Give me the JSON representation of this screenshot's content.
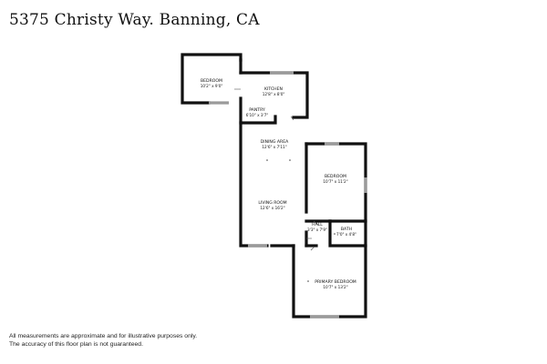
{
  "header": {
    "title": "5375 Christy Way. Banning, CA"
  },
  "rooms": [
    {
      "id": "bedroom-north",
      "name": "BEDROOM",
      "dims": "10'2\" x 9'0\""
    },
    {
      "id": "kitchen",
      "name": "KITCHEN",
      "dims": "12'8\" x 8'0\""
    },
    {
      "id": "pantry",
      "name": "PANTRY",
      "dims": "6'10\" x 3'7\""
    },
    {
      "id": "dining-area",
      "name": "DINING AREA",
      "dims": "12'6\" x 7'11\""
    },
    {
      "id": "bedroom-east",
      "name": "BEDROOM",
      "dims": "10'7\" x 11'2\""
    },
    {
      "id": "living-room",
      "name": "LIVING ROOM",
      "dims": "12'6\" x 16'2\""
    },
    {
      "id": "hall",
      "name": "HALL",
      "dims": "3'3\" x 7'9\""
    },
    {
      "id": "bath",
      "name": "BATH",
      "dims": "7'0\" x 4'8\""
    },
    {
      "id": "primary-bedroom",
      "name": "PRIMARY BEDROOM",
      "dims": "10'7\" x 13'2\""
    }
  ],
  "footer": {
    "disclaimer_line1": "All measurements are approximate and for illustrative purposes only.",
    "disclaimer_line2": "The accuracy of this floor plan is not guaranteed."
  },
  "colors": {
    "wall": "#111111",
    "window": "#9a9a9a",
    "background": "#ffffff"
  }
}
